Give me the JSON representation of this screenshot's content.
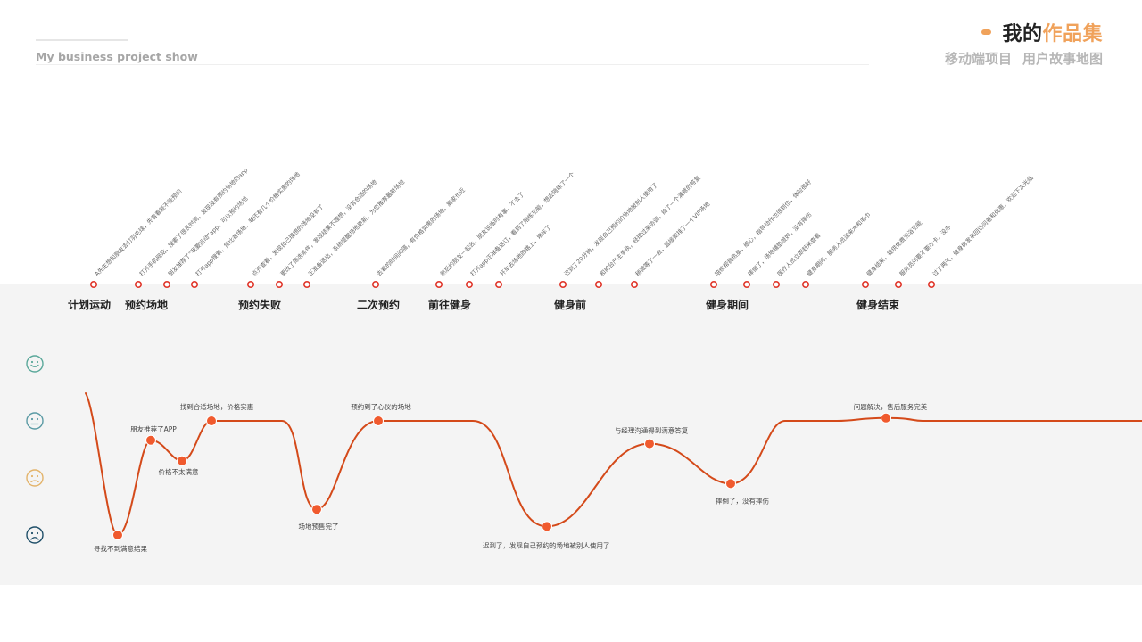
{
  "header": {
    "subtitle": "My business project show",
    "title_main": "我的",
    "title_accent": "作品集",
    "tagline_1": "移动端项目",
    "tagline_2": "用户故事地图"
  },
  "colors": {
    "accent": "#f0a25b",
    "curve": "#d44a1a",
    "point_fill": "#f05a2e",
    "marker_ring": "#e0372b",
    "band": "#f4f4f4",
    "face_happy": "#5aa89a",
    "face_neutral": "#5a9aa4",
    "face_worried": "#e3b36a",
    "face_sad": "#1f4f69"
  },
  "emotion_icons": [
    "happy-face-icon",
    "neutral-face-icon",
    "worried-face-icon",
    "sad-face-icon"
  ],
  "stages": [
    {
      "label": "计划运动"
    },
    {
      "label": "预约场地"
    },
    {
      "label": "预约失败"
    },
    {
      "label": "二次预约"
    },
    {
      "label": "前往健身"
    },
    {
      "label": "健身前"
    },
    {
      "label": "健身期间"
    },
    {
      "label": "健身结束"
    }
  ],
  "events": [
    "A先生想和朋友去打羽毛球，先看看能不能预约",
    "打开手机网站，搜索了很长时间，发现没有预约场地的app",
    "朋友推荐了“我要运动”app，可以预约场地",
    "打开app搜索，货比各场地，我还有几个价格实惠的场地",
    "点开查看，发现自己理想的场地没有了",
    "更改了筛选条件，发现结果不理想，没有合适的场地",
    "正准备退出，系统提醒场地更新，为您推荐最新场地",
    "去看的时间间隔，有价格实惠的场地，离家也近",
    "然后约朋友一起去，朋友说临时有事，不去了",
    "打开app正准备退订，看到了陪练功能，想去陪练了一个",
    "开车去场地的路上，堵车了",
    "迟到了20分钟，发现自己预约的场地被别人使用了",
    "和前台产生争执，经理过来协调，给了一个满意的答复",
    "稍微等了一会，直接安排了一个VIP场地",
    "陪练帮我热身，细心，指导动作也很到位，体验很好",
    "摔倒了，场地铺垫很好，没有摔伤",
    "医疗人员立即赶来查看",
    "健身期间，服务人员送来水和毛巾",
    "健身结束，提供免费洗浴功能",
    "服务员问要不要办卡，没办",
    "过了两天，健身房发来回访问卷和优惠，欢迎下次光临"
  ],
  "emotions": [
    {
      "label": "寻找不到满意结果",
      "level": 3
    },
    {
      "label": "朋友推荐了APP",
      "level": 1.34
    },
    {
      "label": "价格不太满意",
      "level": 1.7
    },
    {
      "label": "找到合适场地，价格实惠",
      "level": 1.0
    },
    {
      "label": "场地预售完了",
      "level": 2.55
    },
    {
      "label": "预约到了心仪的场地",
      "level": 1.0
    },
    {
      "label": "迟到了，发现自己预约的场地被别人使用了",
      "level": 2.85
    },
    {
      "label": "与经理沟通得到满意答复",
      "level": 1.4
    },
    {
      "label": "摔倒了，没有摔伤",
      "level": 2.1
    },
    {
      "label": "问题解决，售后服务完美",
      "level": 0.95
    }
  ]
}
